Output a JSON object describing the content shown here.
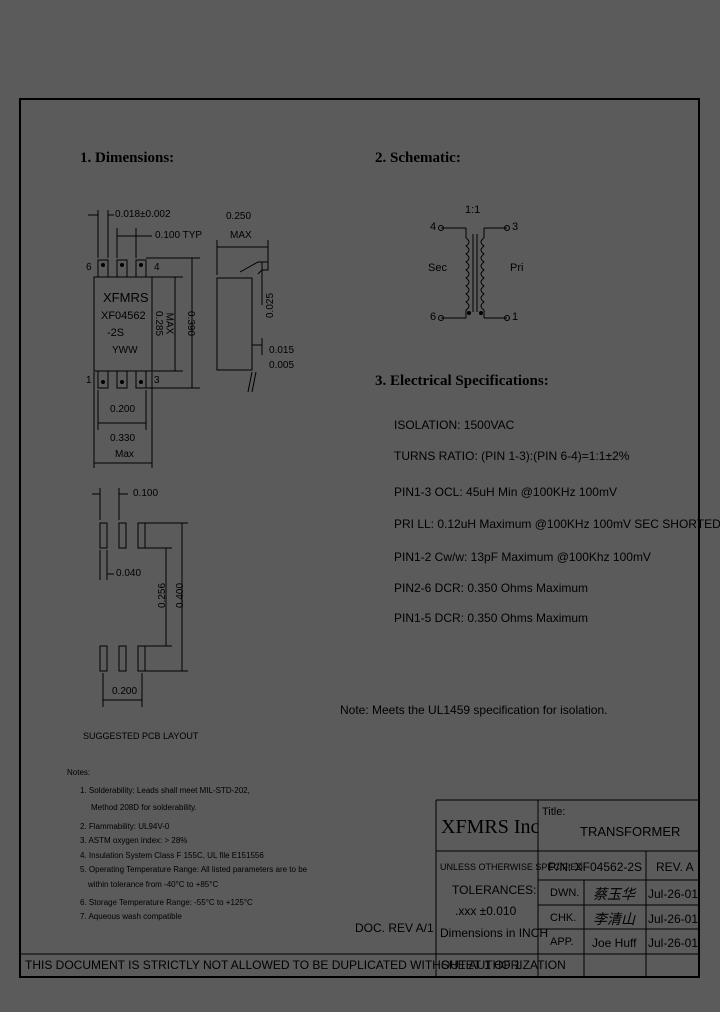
{
  "sections": {
    "dimensions": "1. Dimensions:",
    "schematic": "2. Schematic:",
    "electrical": "3. Electrical   Specifications:"
  },
  "dimensions": {
    "lead_width": "0.018±0.002",
    "pitch": "0.100 TYP",
    "width_max": "0.250",
    "max": "MAX",
    "body_marking": [
      "XFMRS",
      "XF04562",
      "-2S",
      "YWW"
    ],
    "pin6": "6",
    "pin4": "4",
    "pin1": "1",
    "pin3": "3",
    "body_len": "0.285",
    "body_len_max": "MAX",
    "overall_len": "0.390",
    "lead_height": "0.025",
    "lead_thick_1": "0.015",
    "lead_thick_2": "0.005",
    "row_span": "0.200",
    "overall_width": "0.330",
    "overall_width_max": "Max"
  },
  "pcb": {
    "pad_pitch": "0.100",
    "pad_width": "0.040",
    "pad_span": "0.256",
    "pad_outer": "0.400",
    "row_span": "0.200",
    "caption": "SUGGESTED PCB LAYOUT"
  },
  "schematic": {
    "ratio": "1:1",
    "pin4": "4",
    "pin3": "3",
    "pin6": "6",
    "pin1": "1",
    "sec": "Sec",
    "pri": "Pri"
  },
  "specs": [
    "ISOLATION: 1500VAC",
    "TURNS RATIO: (PIN 1-3):(PIN 6-4)=1:1±2%",
    "PIN1-3 OCL: 45uH Min @100KHz 100mV",
    "PRI LL: 0.12uH Maximum @100KHz 100mV SEC SHORTED",
    "PIN1-2 Cw/w: 13pF Maximum @100Khz 100mV",
    "PIN2-6 DCR: 0.350 Ohms Maximum",
    "PIN1-5 DCR: 0.350 Ohms Maximum"
  ],
  "note_isolation": "Note: Meets the UL1459 specification for isolation.",
  "notes": {
    "title": "Notes:",
    "items": [
      "1. Solderability: Leads shall meet MIL-STD-202,",
      "Method 208D for solderability.",
      "2. Flammability: UL94V-0",
      "3. ASTM oxygen index: > 28%",
      "4. Insulation System Class F 155C, UL file E151556",
      "5. Operating Temperature Range: All listed parameters are to be",
      "within tolerance from -40°C to +85°C",
      "6. Storage Temperature Range: -55°C to +125°C",
      "7. Aqueous wash compatible"
    ]
  },
  "title_block": {
    "company": "XFMRS Inc",
    "title_label": "Title:",
    "title": "TRANSFORMER",
    "unless": "UNLESS OTHERWISE SPECIFIED",
    "tol_label": "TOLERANCES:",
    "tol": ".xxx ±0.010",
    "dims": "Dimensions in INCH",
    "pn": "P/N: XF04562-2S",
    "rev": "REV. A",
    "dwn_label": "DWN.",
    "dwn_sig": "蔡玉华",
    "dwn_date": "Jul-26-01",
    "chk_label": "CHK.",
    "chk_sig": "李清山",
    "chk_date": "Jul-26-01",
    "app_label": "APP.",
    "app_name": "Joe Huff",
    "app_date": "Jul-26-01",
    "sheet": "SHEET  1  OF  1",
    "doc_rev": "DOC. REV A/1",
    "disclaimer": "THIS DOCUMENT IS STRICTLY NOT ALLOWED TO BE DUPLICATED WITHOUT AUTHORIZATION"
  }
}
